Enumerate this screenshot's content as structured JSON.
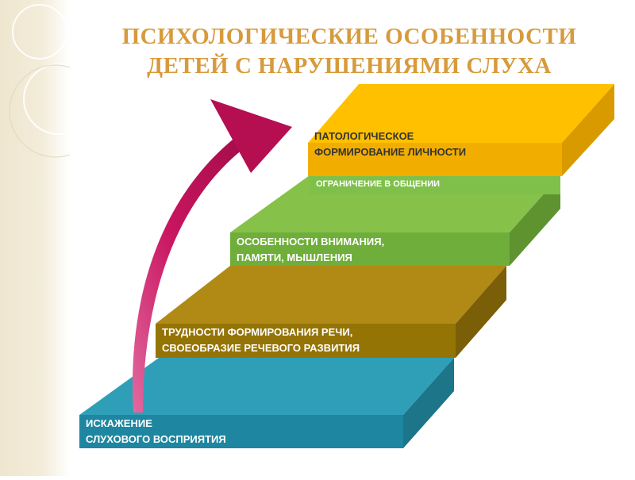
{
  "title": {
    "line1": "ПСИХОЛОГИЧЕСКИЕ ОСОБЕННОСТИ",
    "line2": "ДЕТЕЙ С НАРУШЕНИЯМИ СЛУХА"
  },
  "steps": [
    {
      "line1": "ИСКАЖЕНИЕ",
      "line2": "СЛУХОВОГО ВОСПРИЯТИЯ",
      "color": "#2f9fb8"
    },
    {
      "line1": "ТРУДНОСТИ ФОРМИРОВАНИЯ РЕЧИ,",
      "line2": "СВОЕОБРАЗИЕ РЕЧЕВОГО РАЗВИТИЯ",
      "color": "#b08a14"
    },
    {
      "line1": "ОСОБЕННОСТИ ВНИМАНИЯ,",
      "line2": "ПАМЯТИ, МЫШЛЕНИЯ",
      "color": "#86c24a"
    },
    {
      "line1": "ОГРАНИЧЕНИЕ В ОБЩЕНИИ",
      "color": "#86c24a"
    },
    {
      "line1": "ПАТОЛОГИЧЕСКОЕ",
      "line2": "ФОРМИРОВАНИЕ ЛИЧНОСТИ",
      "color": "#ffc000"
    }
  ],
  "arrow": {
    "color": "#c8155f",
    "direction": "up-right"
  },
  "label_colors": {
    "on_dark": "#ffffff",
    "on_light": "#333333"
  }
}
